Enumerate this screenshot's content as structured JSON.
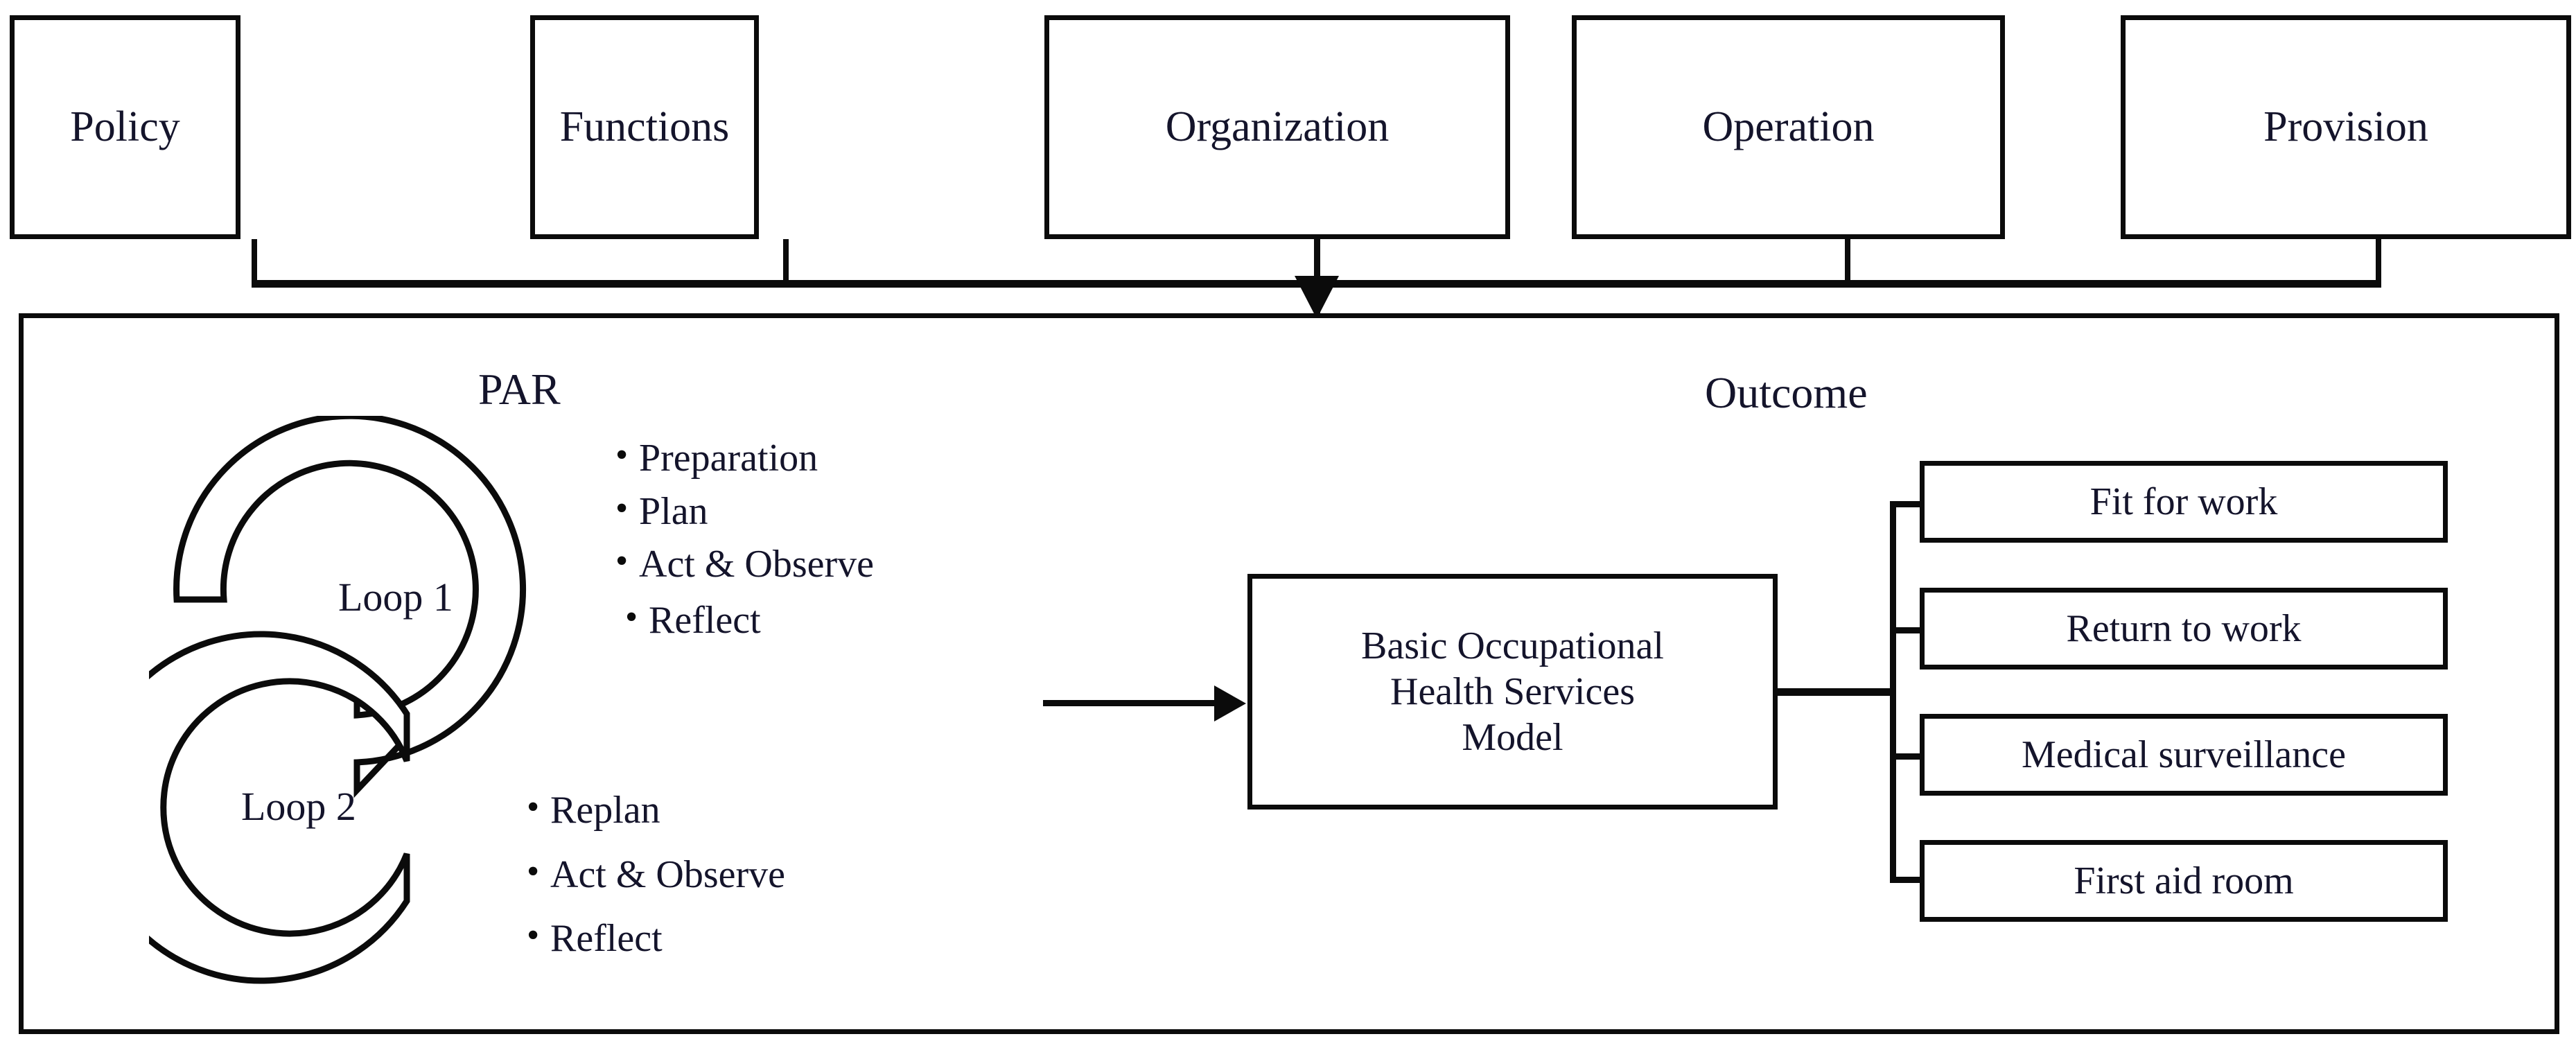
{
  "diagram": {
    "title_hint": "Basic Occupational Health Services Model framework",
    "accent_color": "#14142b",
    "line_color": "#0b0b0b",
    "background": "#ffffff"
  },
  "top_row": {
    "boxes": [
      {
        "label": "Policy"
      },
      {
        "label": "Functions"
      },
      {
        "label": "Organization"
      },
      {
        "label": "Operation"
      },
      {
        "label": "Provision"
      }
    ]
  },
  "par": {
    "caption": "PAR",
    "loop1": {
      "label": "Loop 1",
      "items": [
        "Preparation",
        "Plan",
        "Act & Observe",
        "Reflect"
      ]
    },
    "loop2": {
      "label": "Loop 2",
      "items": [
        "Replan",
        "Act & Observe",
        "Reflect"
      ]
    }
  },
  "model": {
    "label": "Basic Occupational Health Services Model",
    "line1": "Basic Occupational",
    "line2": "Health Services",
    "line3": "Model"
  },
  "outcome": {
    "caption": "Outcome",
    "boxes": [
      {
        "label": "Fit for work"
      },
      {
        "label": "Return to work"
      },
      {
        "label": "Medical surveillance"
      },
      {
        "label": "First aid room"
      }
    ]
  }
}
